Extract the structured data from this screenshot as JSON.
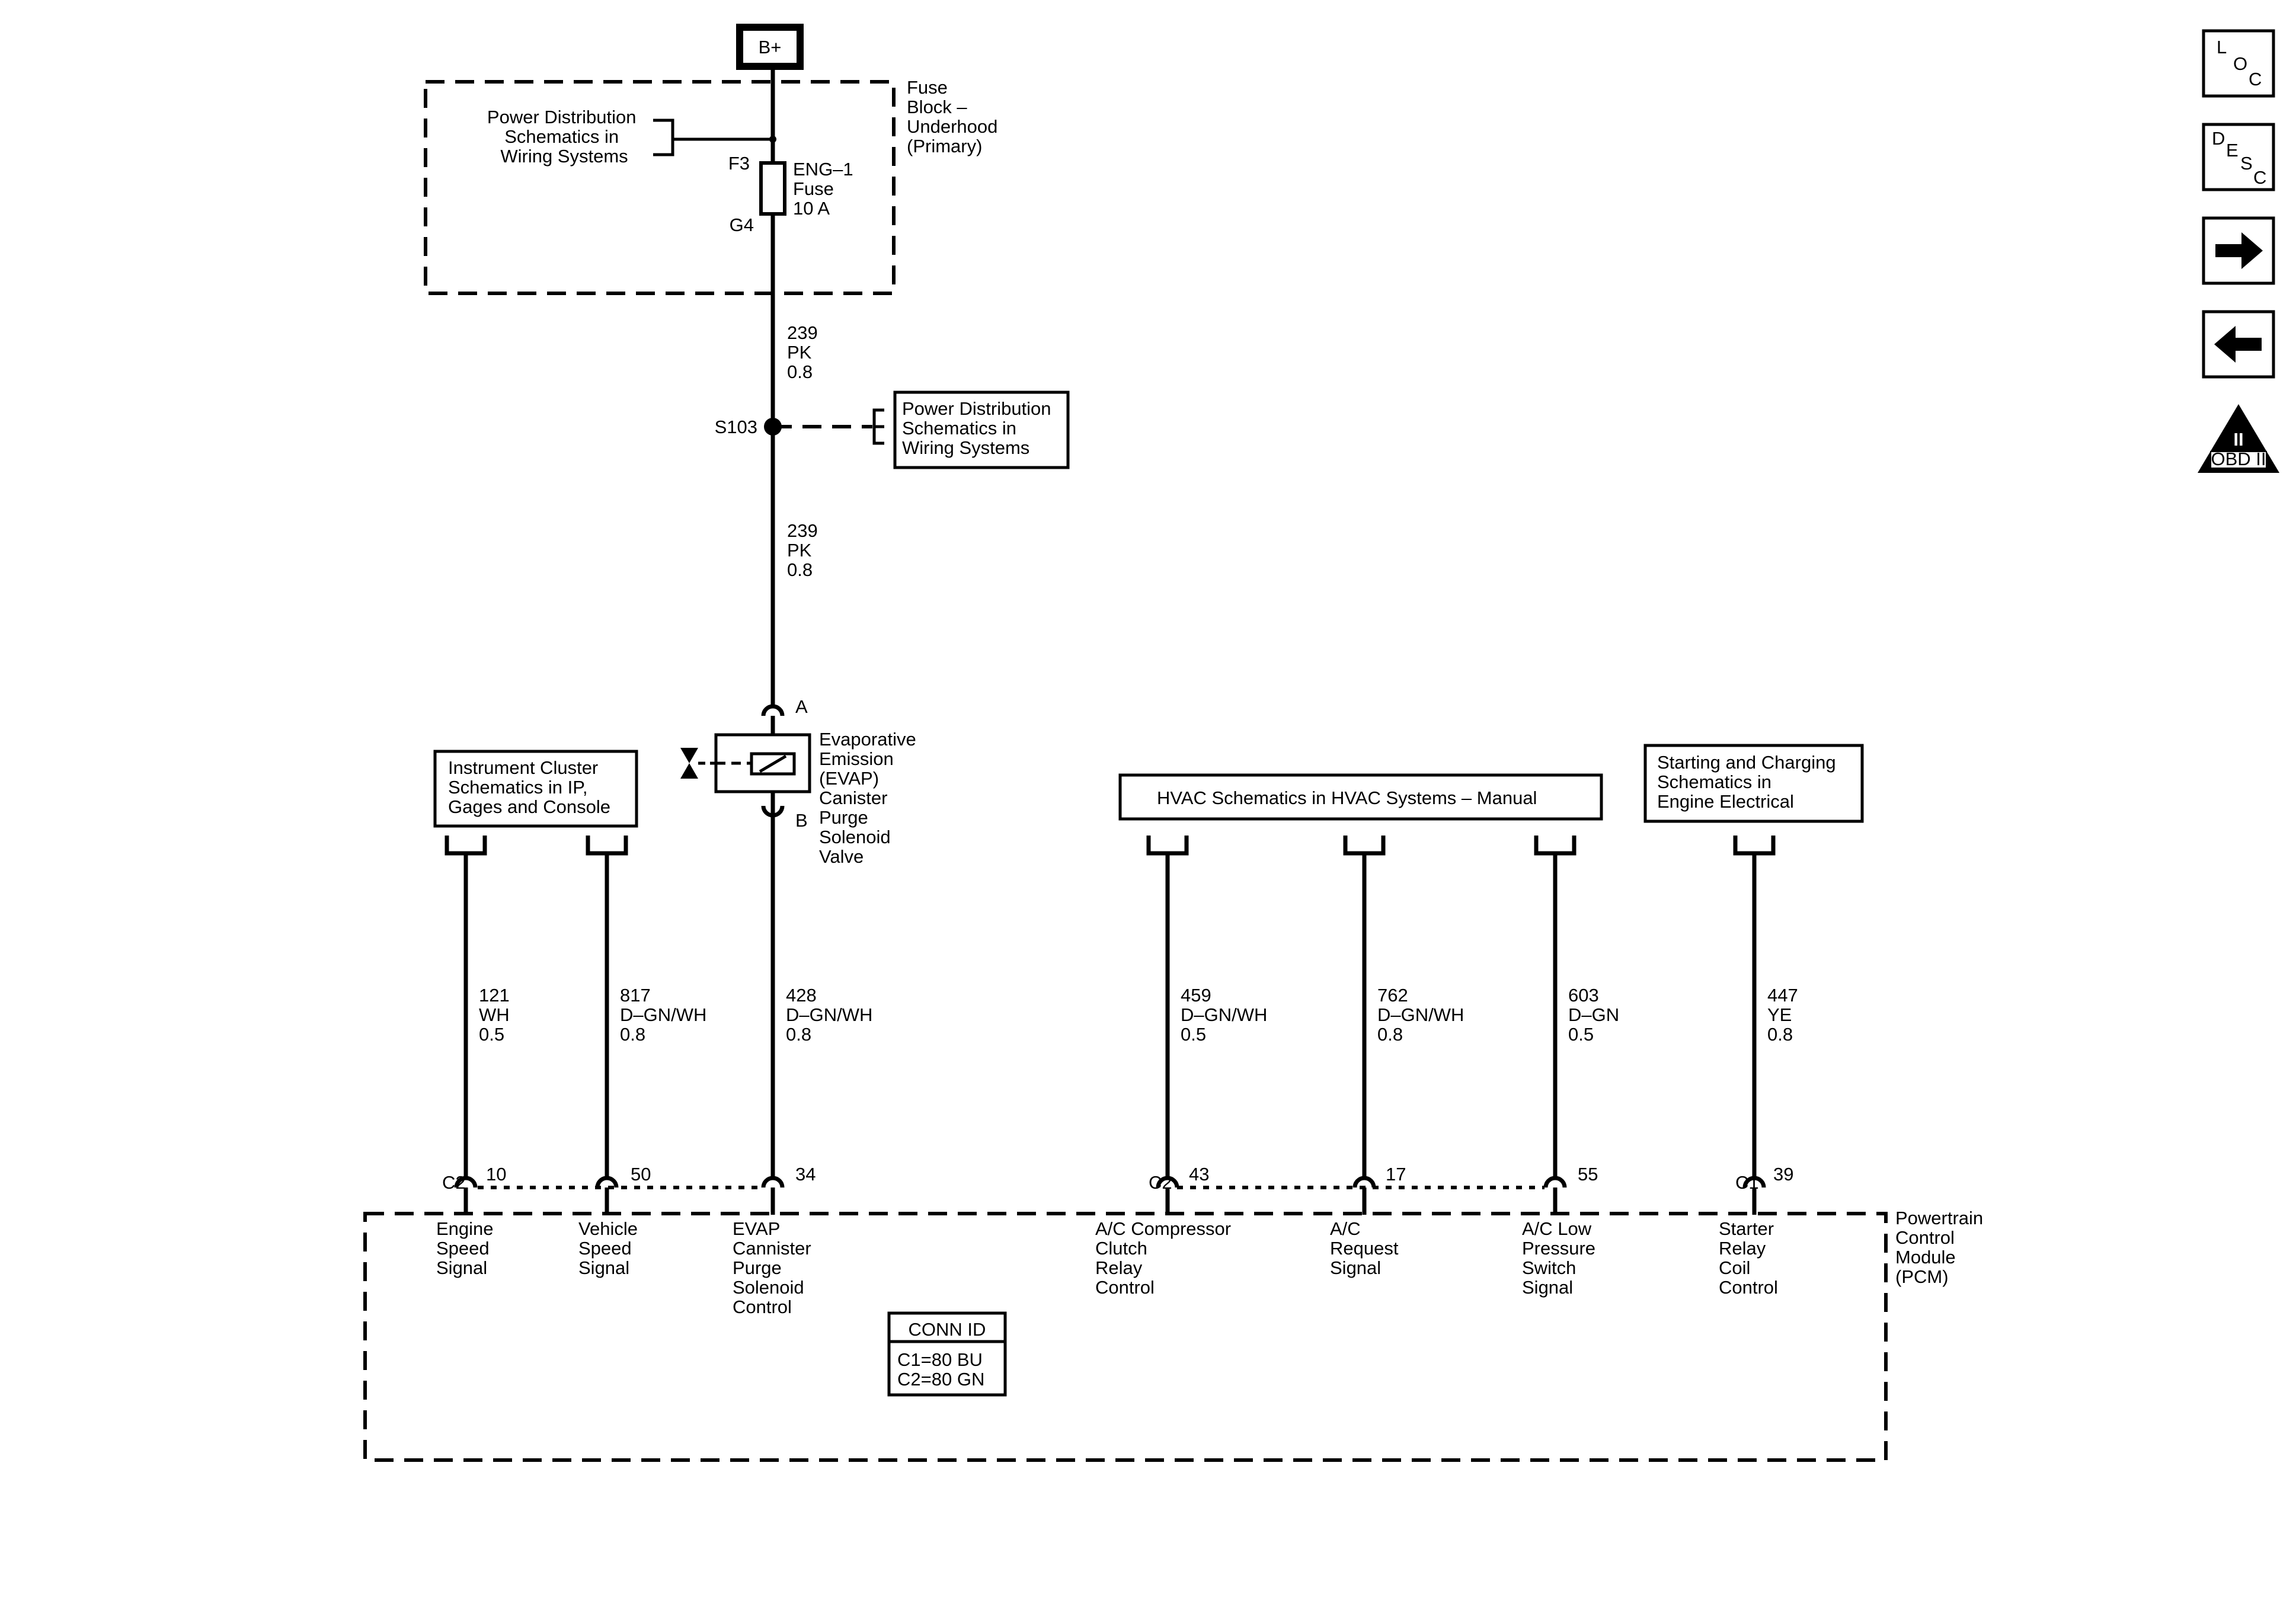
{
  "battery": "B+",
  "fuse_block": {
    "label": [
      "Fuse",
      "Block –",
      "Underhood",
      "(Primary)"
    ],
    "ref_text": [
      "Power Distribution",
      "Schematics in",
      "Wiring  Systems"
    ],
    "fuse_in": "F3",
    "fuse_out": "G4",
    "fuse_name": [
      "ENG–1",
      "Fuse",
      "10 A"
    ]
  },
  "wire_upper": [
    "239",
    "PK",
    "0.8"
  ],
  "splice": {
    "name": "S103",
    "ref_text": [
      "Power Distribution",
      "Schematics in",
      "Wiring  Systems"
    ]
  },
  "wire_mid": [
    "239",
    "PK",
    "0.8"
  ],
  "solenoid": {
    "pin_a": "A",
    "pin_b": "B",
    "label": [
      "Evaporative",
      "Emission",
      "(EVAP)",
      "Canister",
      "Purge",
      "Solenoid",
      "Valve"
    ]
  },
  "ref_instrument": [
    "Instrument Cluster",
    "Schematics in IP,",
    "Gages and Console"
  ],
  "ref_hvac": "HVAC Schematics in HVAC Systems – Manual",
  "ref_starting": [
    "Starting and Charging",
    "Schematics in",
    "Engine Electrical"
  ],
  "circuits": [
    {
      "wire": [
        "121",
        "WH",
        "0.5"
      ],
      "connector": "C2",
      "pin": "10",
      "label": [
        "Engine",
        "Speed",
        "Signal"
      ]
    },
    {
      "wire": [
        "817",
        "D–GN/WH",
        "0.8"
      ],
      "connector": "",
      "pin": "50",
      "label": [
        "Vehicle",
        "Speed",
        "Signal"
      ]
    },
    {
      "wire": [
        "428",
        "D–GN/WH",
        "0.8"
      ],
      "connector": "",
      "pin": "34",
      "label": [
        "EVAP",
        "Cannister",
        "Purge",
        "Solenoid",
        "Control"
      ]
    },
    {
      "wire": [
        "459",
        "D–GN/WH",
        "0.5"
      ],
      "connector": "C2",
      "pin": "43",
      "label": [
        "A/C Compressor",
        "Clutch",
        "Relay",
        "Control"
      ]
    },
    {
      "wire": [
        "762",
        "D–GN/WH",
        "0.8"
      ],
      "connector": "",
      "pin": "17",
      "label": [
        "A/C",
        "Request",
        "Signal"
      ]
    },
    {
      "wire": [
        "603",
        "D–GN",
        "0.5"
      ],
      "connector": "",
      "pin": "55",
      "label": [
        "A/C Low",
        "Pressure",
        "Switch",
        "Signal"
      ]
    },
    {
      "wire": [
        "447",
        "YE",
        "0.8"
      ],
      "connector": "C1",
      "pin": "39",
      "label": [
        "Starter",
        "Relay",
        "Coil",
        "Control"
      ]
    }
  ],
  "pcm": {
    "label": [
      "Powertrain",
      "Control",
      "Module",
      "(PCM)"
    ],
    "conn_id_title": "CONN ID",
    "conn_id_lines": [
      "C1=80 BU",
      "C2=80 GN"
    ]
  },
  "nav": {
    "loc": [
      "L",
      "O",
      "C"
    ],
    "desc": [
      "D",
      "E",
      "S",
      "C"
    ],
    "forward_icon": "arrow-right-icon",
    "back_icon": "arrow-left-icon",
    "obd_mark": "II",
    "obd_label": "OBD II"
  }
}
